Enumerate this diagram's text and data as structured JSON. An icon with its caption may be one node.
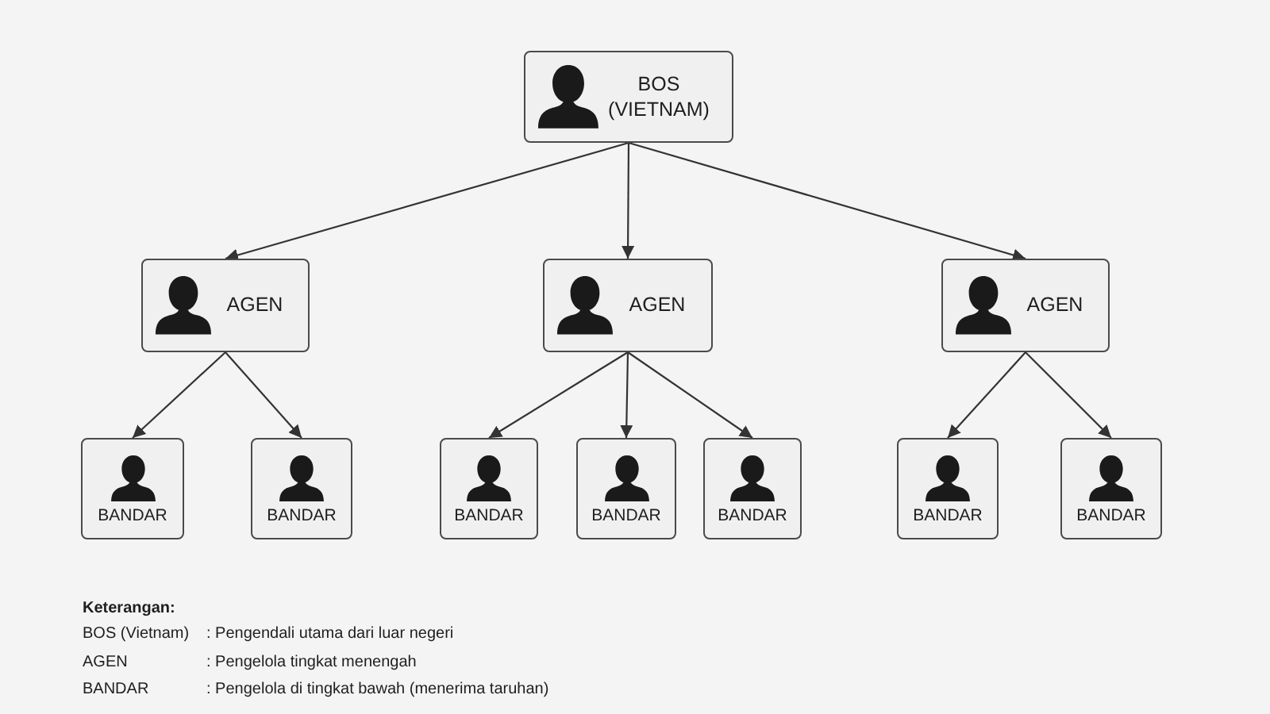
{
  "diagram": {
    "nodes": [
      {
        "text": [
          "BOS (VIETNAM)"
        ]
      },
      {
        "text": [
          "AGEN"
        ]
      },
      {
        "text": [
          "AGEN"
        ]
      },
      {
        "text": [
          "AGEN"
        ]
      },
      {
        "text": [
          "BANDAR"
        ]
      },
      {
        "text": [
          "BANDAR"
        ]
      },
      {
        "text": [
          "BANDAR"
        ]
      },
      {
        "text": [
          "BANDAR"
        ]
      },
      {
        "text": [
          "BANDAR"
        ]
      },
      {
        "text": [
          "BANDAR"
        ]
      },
      {
        "text": [
          "BANDAR"
        ]
      }
    ],
    "edges": [
      {
        "from": 0,
        "to": 1,
        "arrow": "to"
      },
      {
        "from": 0,
        "to": 2,
        "arrow": "to"
      },
      {
        "from": 0,
        "to": 3,
        "arrow": "to"
      },
      {
        "from": 1,
        "to": 4,
        "arrow": "to"
      },
      {
        "from": 1,
        "to": 5,
        "arrow": "to"
      },
      {
        "from": 2,
        "to": 6,
        "arrow": "to"
      },
      {
        "from": 2,
        "to": 7,
        "arrow": "to"
      },
      {
        "from": 2,
        "to": 8,
        "arrow": "to"
      },
      {
        "from": 3,
        "to": 9,
        "arrow": "to"
      },
      {
        "from": 3,
        "to": 10,
        "arrow": "to"
      }
    ],
    "labels": [
      "Keterangan:",
      "BOS (Vietnam)",
      ": Pengendali utama dari luar negeri",
      "AGEN",
      ": Pengelola tingkat menengah",
      "BANDAR",
      ": Pengelola di tingkat bawah (menerima taruhan)"
    ]
  }
}
